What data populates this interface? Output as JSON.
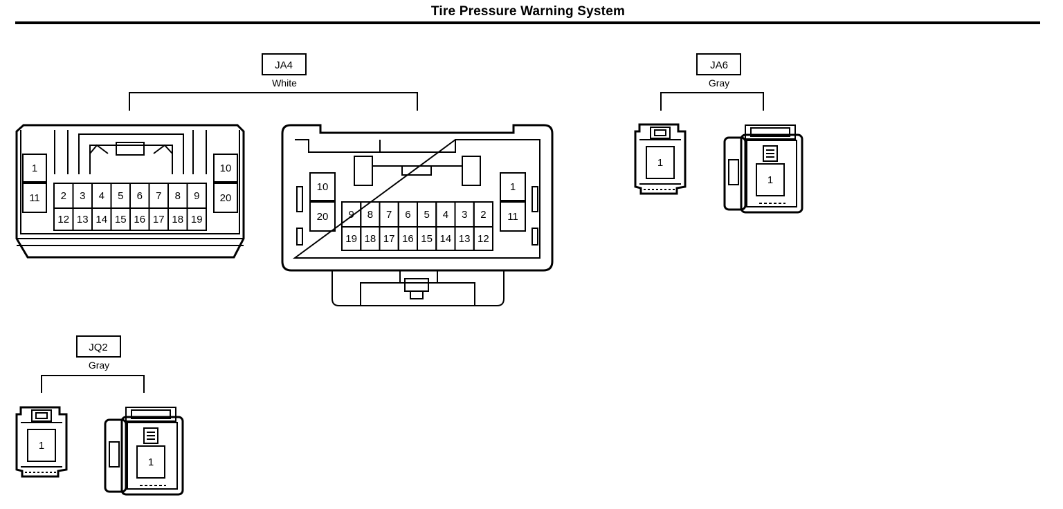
{
  "title": "Tire Pressure Warning System",
  "connectors": [
    {
      "id": "JA4",
      "color": "White",
      "female": {
        "left_pins": [
          "1",
          "11"
        ],
        "center_top": [
          "2",
          "3",
          "4",
          "5",
          "6",
          "7",
          "8",
          "9"
        ],
        "center_bottom": [
          "12",
          "13",
          "14",
          "15",
          "16",
          "17",
          "18",
          "19"
        ],
        "right_pins": [
          "10",
          "20"
        ]
      },
      "male": {
        "left_pins": [
          "10",
          "20"
        ],
        "center_top": [
          "9",
          "8",
          "7",
          "6",
          "5",
          "4",
          "3",
          "2"
        ],
        "center_bottom": [
          "19",
          "18",
          "17",
          "16",
          "15",
          "14",
          "13",
          "12"
        ],
        "right_pins": [
          "1",
          "11"
        ]
      }
    },
    {
      "id": "JA6",
      "color": "Gray",
      "female_pin": "1",
      "male_pin": "1"
    },
    {
      "id": "JQ2",
      "color": "Gray",
      "female_pin": "1",
      "male_pin": "1"
    }
  ]
}
